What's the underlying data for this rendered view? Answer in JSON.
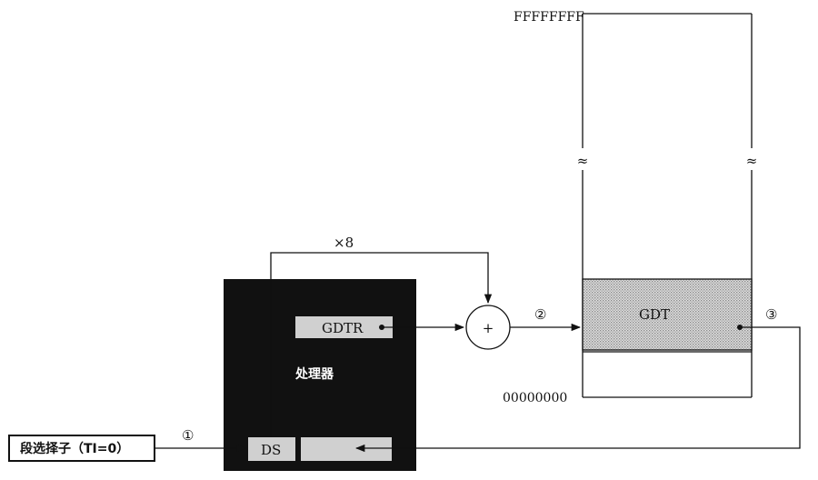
{
  "memory": {
    "top_address": "FFFFFFFF",
    "bottom_address": "00000000",
    "table_label": "GDT",
    "break_symbol": "≈"
  },
  "processor": {
    "label": "处理器",
    "gdtr_label": "GDTR",
    "ds_label": "DS"
  },
  "selector": {
    "label": "段选择子（TI=0）"
  },
  "adder": {
    "symbol": "+",
    "multiplier_label": "×8"
  },
  "steps": {
    "step1": "①",
    "step2": "②",
    "step3": "③"
  },
  "colors": {
    "processor_fill": "#111111",
    "register_fill": "#d0d0d0",
    "gdt_fill": "#cfcfcf",
    "line": "#111111"
  }
}
